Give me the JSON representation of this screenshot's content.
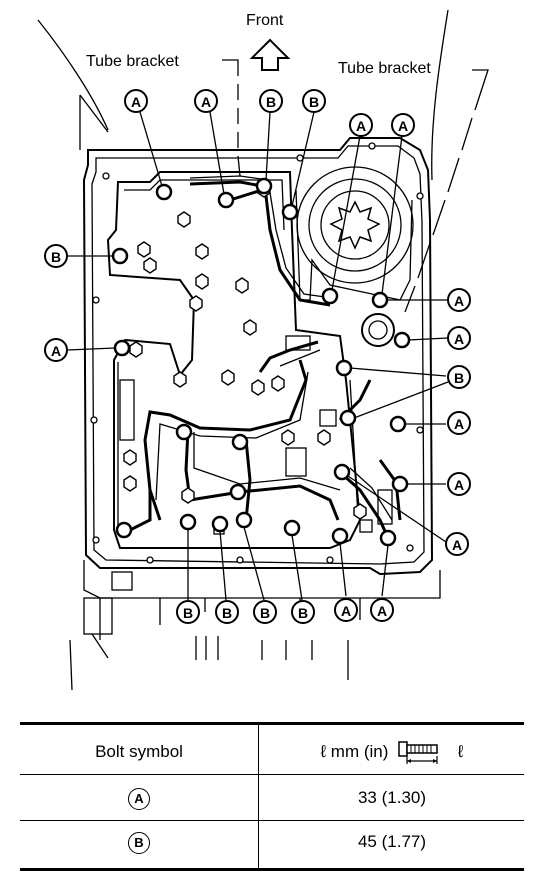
{
  "labels": {
    "front": "Front",
    "tube_bracket_left": "Tube bracket",
    "tube_bracket_right": "Tube bracket",
    "bolt_a": "A",
    "bolt_b": "B"
  },
  "table": {
    "header_symbol": "Bolt symbol",
    "header_length": "ℓ mm (in)",
    "header_length_symbol": "ℓ",
    "rows": [
      {
        "symbol": "A",
        "length": "33 (1.30)"
      },
      {
        "symbol": "B",
        "length": "45 (1.77)"
      }
    ]
  }
}
